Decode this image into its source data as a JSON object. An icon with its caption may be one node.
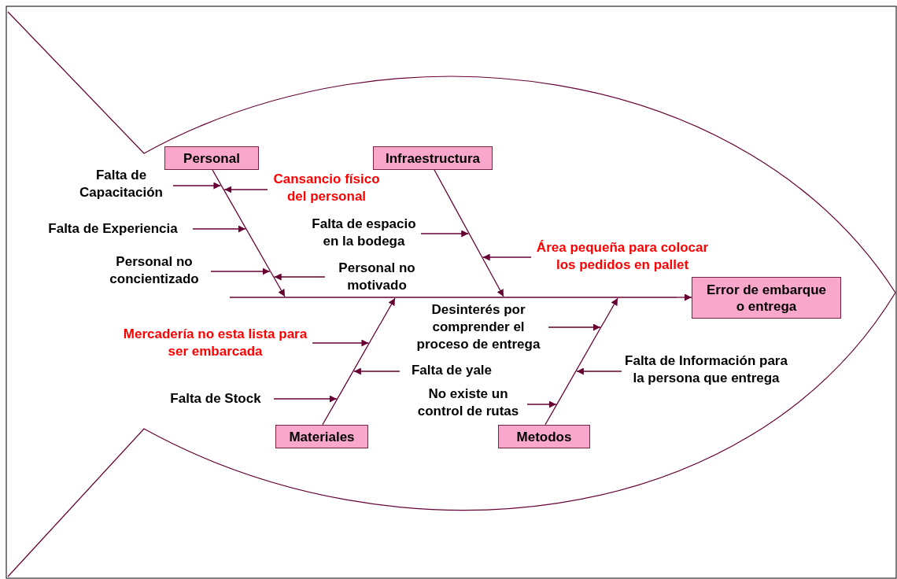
{
  "diagram": {
    "nodes": [
      {
        "text": [
          "Personal"
        ]
      },
      {
        "text": [
          "Infraestructura"
        ]
      },
      {
        "text": [
          "Materiales"
        ]
      },
      {
        "text": [
          "Metodos"
        ]
      },
      {
        "text": [
          "Error de embarque o entrega"
        ]
      },
      {
        "text": [
          "Falta de Capacitación"
        ]
      },
      {
        "text": [
          "Cansancio físico del personal"
        ]
      },
      {
        "text": [
          "Falta de Experiencia"
        ]
      },
      {
        "text": [
          "Personal no concientizado"
        ]
      },
      {
        "text": [
          "Personal no motivado"
        ]
      },
      {
        "text": [
          "Falta de espacio en la bodega"
        ]
      },
      {
        "text": [
          "Área pequeña para colocar los pedidos en pallet"
        ]
      },
      {
        "text": [
          "Mercadería no esta lista para ser embarcada"
        ]
      },
      {
        "text": [
          "Falta de yale"
        ]
      },
      {
        "text": [
          "Falta de Stock"
        ]
      },
      {
        "text": [
          "Desinterés por comprender el proceso de entrega"
        ]
      },
      {
        "text": [
          "Falta de Información para la persona que entrega"
        ]
      },
      {
        "text": [
          "No existe un control de rutas"
        ]
      },
      {
        "text": [],
        "shape": "line"
      },
      {
        "text": [],
        "shape": "line"
      },
      {
        "text": [],
        "shape": "line"
      },
      {
        "text": [],
        "shape": "line"
      },
      {
        "text": [],
        "shape": "line"
      }
    ],
    "edges": [
      {
        "from": 18,
        "to": 4,
        "arrow": "to"
      },
      {
        "from": 19,
        "to": 18,
        "arrow": "to"
      },
      {
        "from": 20,
        "to": 18,
        "arrow": "to"
      },
      {
        "from": 21,
        "to": 18,
        "arrow": "to"
      },
      {
        "from": 22,
        "to": 18,
        "arrow": "to"
      },
      {
        "from": 5,
        "to": 19,
        "arrow": "to"
      },
      {
        "from": 6,
        "to": 19,
        "arrow": "to"
      },
      {
        "from": 7,
        "to": 19,
        "arrow": "to"
      },
      {
        "from": 8,
        "to": 19,
        "arrow": "to"
      },
      {
        "from": 9,
        "to": 19,
        "arrow": "to"
      },
      {
        "from": 10,
        "to": 20,
        "arrow": "to"
      },
      {
        "from": 11,
        "to": 20,
        "arrow": "to"
      },
      {
        "from": 12,
        "to": 21,
        "arrow": "to"
      },
      {
        "from": 13,
        "to": 21,
        "arrow": "to"
      },
      {
        "from": 14,
        "to": 21,
        "arrow": "to"
      },
      {
        "from": 15,
        "to": 22,
        "arrow": "to"
      },
      {
        "from": 16,
        "to": 22,
        "arrow": "to"
      },
      {
        "from": 17,
        "to": 22,
        "arrow": "to"
      }
    ]
  }
}
